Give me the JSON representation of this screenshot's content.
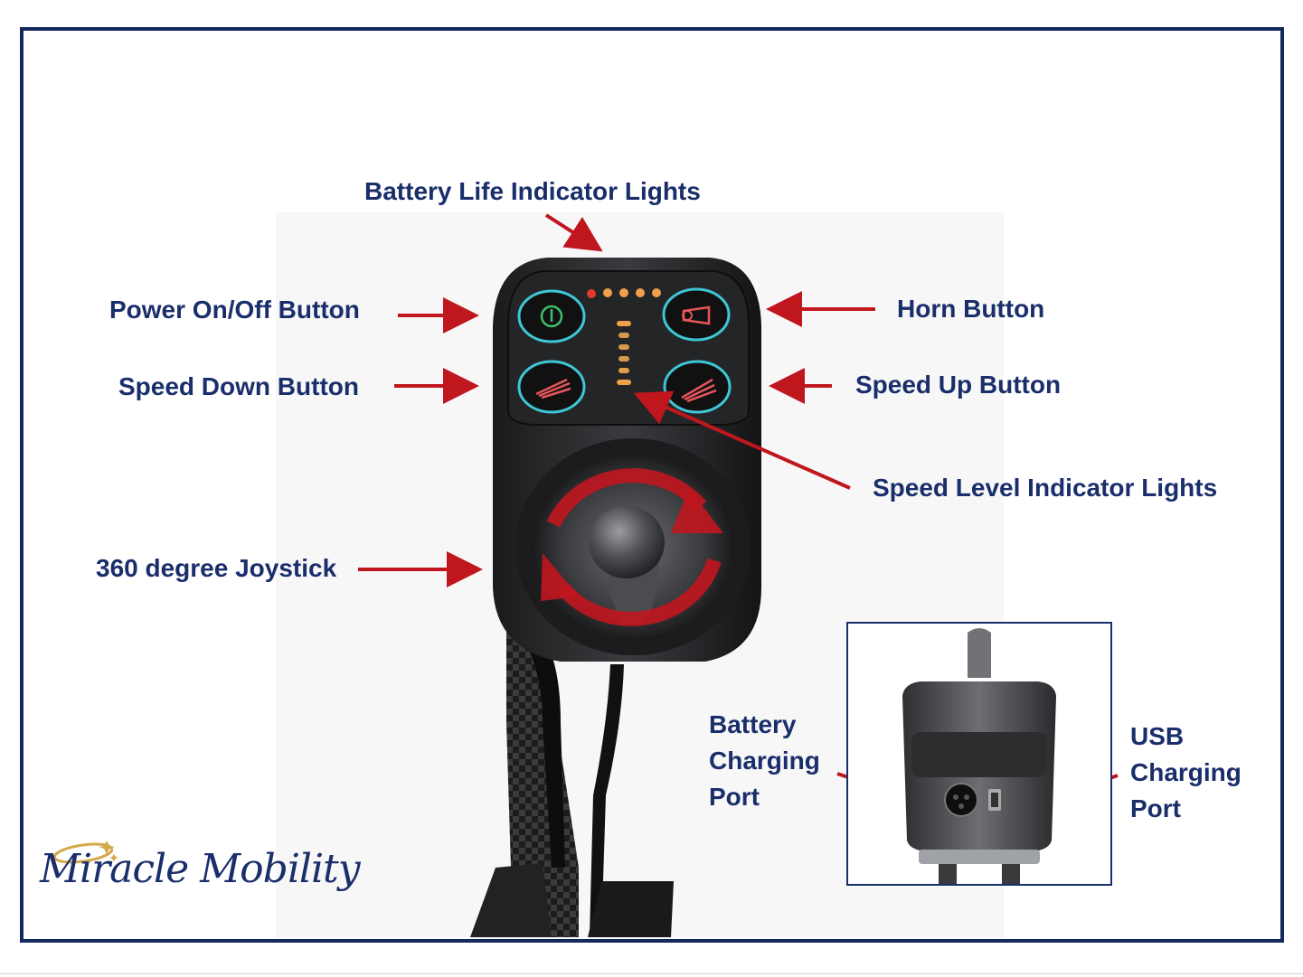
{
  "labels": {
    "battery_life": "Battery Life Indicator Lights",
    "power": "Power On/Off Button",
    "horn": "Horn Button",
    "speed_down": "Speed Down Button",
    "speed_up": "Speed Up Button",
    "speed_level": "Speed Level Indicator Lights",
    "joystick": "360 degree Joystick",
    "battery_charging": "Battery Charging Port",
    "usb_charging": "USB Charging Port"
  },
  "logo": {
    "text": "Miracle Mobility"
  },
  "colors": {
    "label": "#1a2e6b",
    "arrow": "#c0161e",
    "frame": "#152a5c",
    "ring_cyan": "#3fc6d6",
    "ring_green": "#3fbf6a",
    "led_red": "#e53b2b",
    "led_orange": "#f0a04a",
    "gold": "#d4a94a"
  },
  "icons": [
    "power-icon",
    "horn-icon",
    "speed-down-icon",
    "speed-up-icon",
    "rotation-arrows-icon"
  ]
}
